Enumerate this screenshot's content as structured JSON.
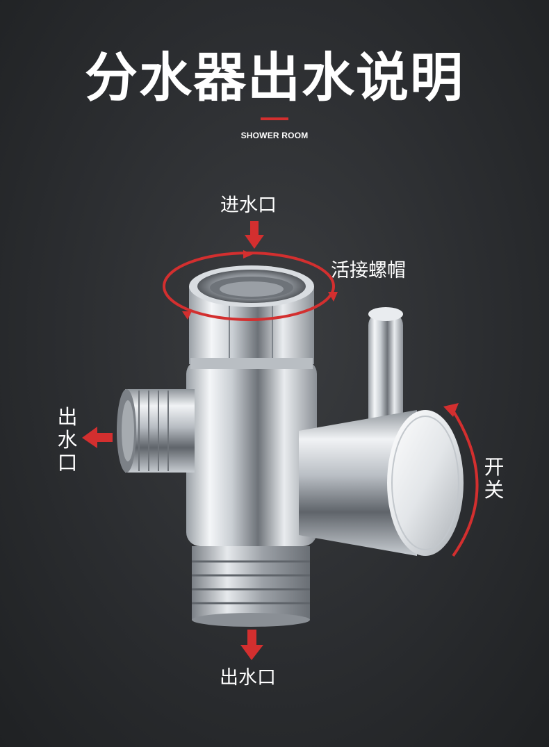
{
  "header": {
    "title": "分水器出水说明",
    "subtitle": "SHOWER ROOM",
    "accent_color": "#d32f2f"
  },
  "labels": {
    "inlet_top": "进水口",
    "union_nut": "活接螺帽",
    "outlet_left": "出水口",
    "switch_right": "开关",
    "outlet_bottom": "出水口"
  },
  "icons": {
    "inlet_arrow": "arrow-down-icon",
    "left_arrow": "arrow-left-icon",
    "bottom_arrow": "arrow-down-icon",
    "rotation_ellipse": "rotate-icon",
    "switch_arc": "curved-arrow-icon"
  }
}
